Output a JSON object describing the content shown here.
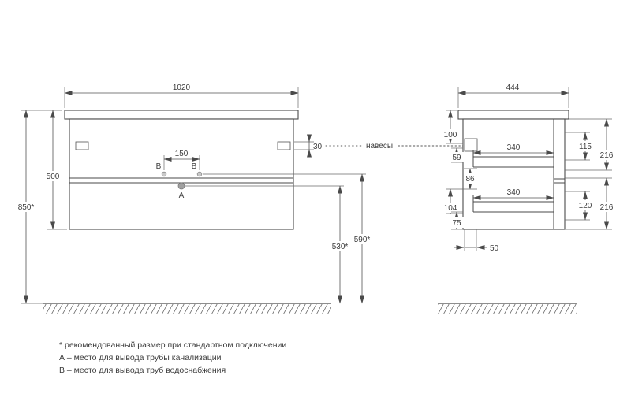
{
  "front_view": {
    "dim_width": "1020",
    "dim_height": "500",
    "dim_mount_height": "850*",
    "dim_outlet_spacing": "150",
    "dim_hanger_offset": "30",
    "hangers_label": "навесы",
    "point_a": "А",
    "point_b_left": "B",
    "point_b_right": "B",
    "dim_drain_height": "530*",
    "dim_supply_height": "590*"
  },
  "side_view": {
    "dim_depth": "444",
    "dim_top": "100",
    "dim_hanger_height": "59",
    "dim_mid_gap": "86",
    "dim_lower_box": "104",
    "dim_bottom_clearance": "75",
    "dim_drawer_top_depth": "340",
    "dim_drawer_bottom_depth": "340",
    "dim_front_top": "115",
    "dim_side_top": "216",
    "dim_front_bottom": "120",
    "dim_side_bottom": "216",
    "dim_back_gap": "50"
  },
  "footnotes": {
    "recommended_size": "* рекомендованный размер при стандартном подключении",
    "point_a_note": "А – место для вывода трубы канализации",
    "point_b_note": "B – место для вывода труб водоснабжения"
  },
  "colors": {
    "line": "#4a4a4a",
    "text": "#3b3b3b"
  }
}
